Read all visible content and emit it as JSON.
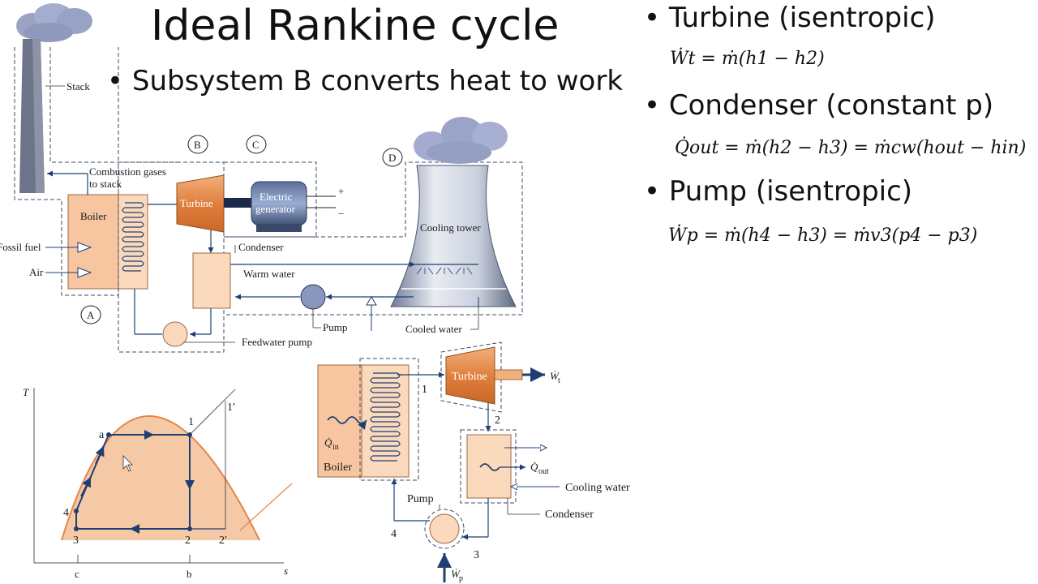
{
  "slide": {
    "title": "Ideal Rankine cycle",
    "subtitle": "• Subsystem B converts heat to work"
  },
  "bullets": [
    {
      "label": "• Turbine (isentropic)",
      "equation": "Ẇt = ṁ(h1 − h2)"
    },
    {
      "label": "• Condenser (constant p)",
      "equation": "Q̇out = ṁ(h2 − h3) = ṁcw(hout − hin)"
    },
    {
      "label": "• Pump (isentropic)",
      "equation": "Ẇp = ṁ(h4 − h3) = ṁv3(p4 − p3)"
    }
  ],
  "plant": {
    "stack": "Stack",
    "combustion": "Combustion gases",
    "to_stack": "to stack",
    "boiler": "Boiler",
    "fossil_fuel": "Fossil fuel",
    "air": "Air",
    "turbine": "Turbine",
    "generator_1": "Electric",
    "generator_2": "generator",
    "plus": "+",
    "minus": "−",
    "condenser": "Condenser",
    "warm_water": "Warm water",
    "cooling_tower": "Cooling tower",
    "pump": "Pump",
    "cooled_water": "Cooled water",
    "feedwater_pump": "Feedwater pump",
    "tags": [
      "A",
      "B",
      "C",
      "D"
    ]
  },
  "ts": {
    "t_axis": "T",
    "s_axis": "s",
    "points": [
      "a",
      "1",
      "1′",
      "4",
      "3",
      "2",
      "2′"
    ],
    "ticks": [
      "c",
      "b"
    ],
    "colors": {
      "dome_fill": "#f6c9a6",
      "dome_line": "#e2864a",
      "path": "#1f3f73"
    }
  },
  "cycle": {
    "turbine": "Turbine",
    "wt": "Ẇ",
    "wt_sub": "t",
    "qin": "Q̇",
    "qin_sub": "in",
    "boiler": "Boiler",
    "qout": "Q̇",
    "qout_sub": "out",
    "cooling_water": "Cooling water",
    "condenser": "Condenser",
    "pump": "Pump",
    "wp": "Ẇ",
    "wp_sub": "p",
    "states": [
      "1",
      "2",
      "3",
      "4"
    ]
  }
}
